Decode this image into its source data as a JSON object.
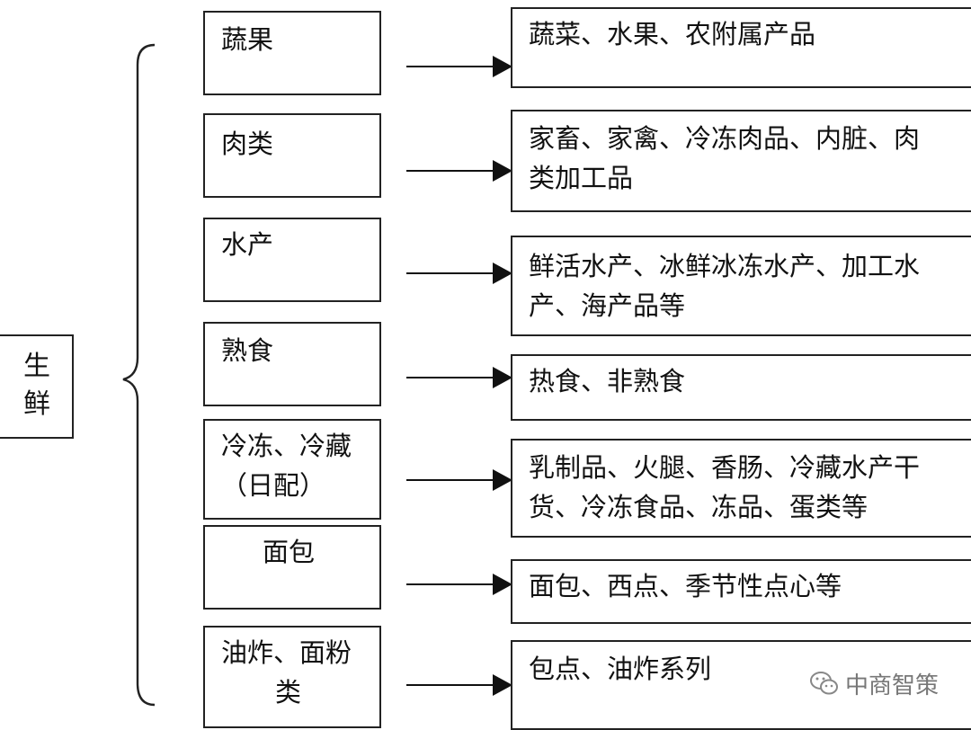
{
  "root": {
    "line1": "生",
    "line2": "鲜"
  },
  "categories": [
    {
      "name_lines": [
        "蔬果"
      ],
      "desc_lines": [
        "蔬菜、水果、农附属产品"
      ]
    },
    {
      "name_lines": [
        "肉类"
      ],
      "desc_lines": [
        "家畜、家禽、冷冻肉品、内脏、肉",
        "类加工品"
      ]
    },
    {
      "name_lines": [
        "水产"
      ],
      "desc_lines": [
        "鲜活水产、冰鲜冰冻水产、加工水",
        "产、海产品等"
      ]
    },
    {
      "name_lines": [
        "熟食"
      ],
      "desc_lines": [
        "热食、非熟食"
      ]
    },
    {
      "name_lines": [
        "冷冻、冷藏",
        "（日配）"
      ],
      "desc_lines": [
        "乳制品、火腿、香肠、冷藏水产干",
        "货、冷冻食品、冻品、蛋类等"
      ]
    },
    {
      "name_lines": [
        "面包"
      ],
      "desc_lines": [
        "面包、西点、季节性点心等"
      ]
    },
    {
      "name_lines": [
        "油炸、面粉",
        "类"
      ],
      "desc_lines": [
        "包点、油炸系列"
      ]
    }
  ],
  "watermark": {
    "icon": "wechat-icon",
    "text": "中商智策"
  }
}
